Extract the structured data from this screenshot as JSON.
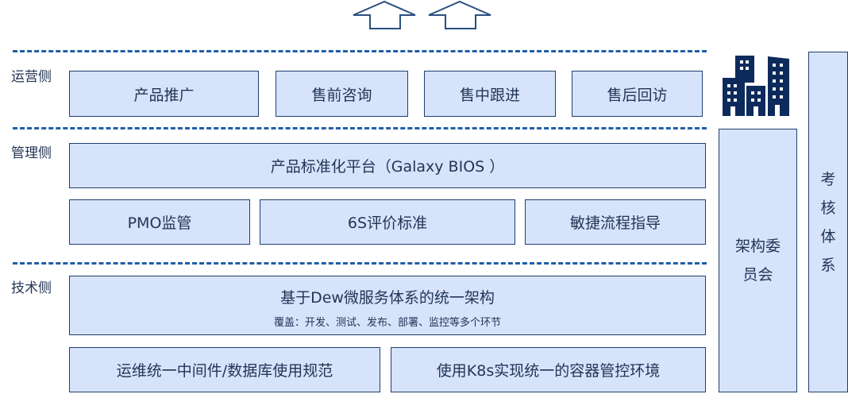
{
  "colors": {
    "box_fill": "#d6e3fb",
    "box_border": "#1f3f6e",
    "dash": "#1f5fa8",
    "building": "#0d2a5c"
  },
  "icons": [
    "up-arrow-icon",
    "up-arrow-icon",
    "buildings-icon"
  ],
  "rows": {
    "ops": {
      "label": "运营侧",
      "items": [
        "产品推广",
        "售前咨询",
        "售中跟进",
        "售后回访"
      ]
    },
    "mgmt": {
      "label": "管理侧",
      "platform": "产品标准化平台（Galaxy BIOS ）",
      "items": [
        "PMO监管",
        "6S评价标准",
        "敏捷流程指导"
      ]
    },
    "tech": {
      "label": "技术侧",
      "arch_title": "基于Dew微服务体系的统一架构",
      "arch_sub": "覆盖：开发、测试、发布、部署、监控等多个环节",
      "items": [
        "运维统一中间件/数据库使用规范",
        "使用K8s实现统一的容器管控环境"
      ]
    }
  },
  "right": {
    "committee": [
      "架构委",
      "员会"
    ],
    "assessment": [
      "考",
      "核",
      "体",
      "系"
    ]
  }
}
